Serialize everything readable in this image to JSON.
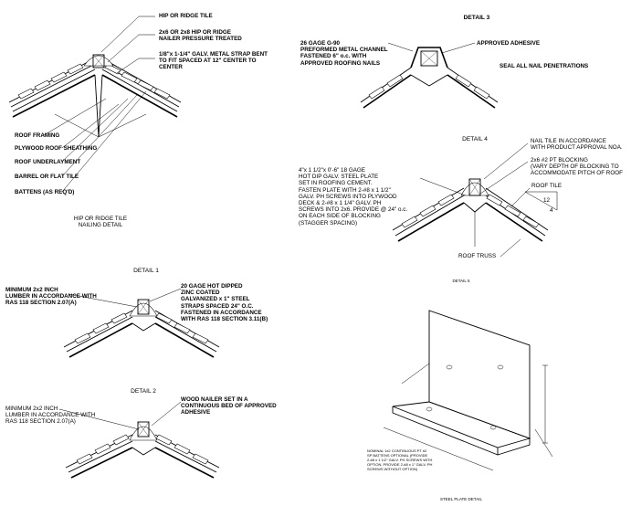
{
  "sheet": {
    "hip_detail": {
      "labels": [
        "HIP OR RIDGE TILE",
        "2x6 OR 2x8 HIP OR RIDGE\nNAILER PRESSURE TREATED",
        "1/8\"x 1-1/4\" GALV. METAL STRAP BENT\nTO FIT SPACED AT 12\" CENTER TO\nCENTER",
        "ROOF FRAMING",
        "PLYWOOD ROOF SHEATHING",
        "ROOF UNDERLAYMENT",
        "BARREL OR FLAT TILE",
        "BATTENS (AS REQ'D)"
      ],
      "title": "HIP OR RIDGE TILE\nNAILING DETAIL"
    },
    "detail1": {
      "title": "DETAIL 1",
      "left_note": "MINIMUM 2x2 INCH\nLUMBER IN ACCORDANCE WITH\nRAS 118 SECTION 2.07(A)",
      "right_note": "20 GAGE HOT DIPPED\nZINC COATED\nGALVANIZED x 1\" STEEL\nSTRAPS SPACED 24\" O.C.\nFASTENED IN ACCORDANCE\nWITH RAS 118 SECTION 3.11(B)"
    },
    "detail2": {
      "title": "DETAIL 2",
      "left_note": "MINIMUM 2x2 INCH\nLUMBER IN ACCORDANCE WITH\nRAS 118 SECTION 2.07(A)",
      "right_note": "WOOD NAILER SET IN A\nCONTINUOUS BED OF APPROVED\nADHESIVE"
    },
    "detail3": {
      "title": "DETAIL 3",
      "left_note": "26 GAGE G-90\nPREFORMED METAL CHANNEL\nFASTENED 6\" o.c. WITH\nAPPROVED ROOFING NAILS",
      "right_note": "APPROVED ADHESIVE",
      "seal_note": "SEAL ALL NAIL PENETRATIONS"
    },
    "detail4": {
      "title": "DETAIL 4",
      "note_nail": "NAIL TILE IN ACCORDANCE\nWITH PRODUCT APPROVAL NOA.",
      "note_blocking": "2x6 #2 PT BLOCKING\n(VARY DEPTH OF BLOCKING TO\nACCOMMODATE PITCH OF ROOF",
      "note_roof_tile": "ROOF TILE",
      "pitch_run": "12",
      "pitch_rise": "4",
      "note_plate": "4\"x 1 1/2\"x 0'-6\" 18 GAGE\nHOT DIP GALV. STEEL PLATE\nSET IN ROOFING CEMENT.\nFASTEN PLATE WITH 2-#8 x 1 1/2\"\nGALV. PH SCREWS INTO PLYWOOD\nDECK & 2-#8 x 1 1/4\" GALV. PH\nSCREWS INTO 2x6. PROVIDE @ 24\" o.c.\nON EACH SIDE OF BLOCKING\n(STAGGER SPACING)",
      "note_truss": "ROOF TRUSS",
      "caption": "DETAIL 5"
    },
    "steel_plate": {
      "note": "NOMINAL 1x2 CONTINUOUS PT #2\nSP BATTENS OPTIONAL (PROVIDE\n2-#8 x 1 1/2\" GALV. PH SCREWS WITH\nOPTION. PROVIDE 2-#8 x 1\" GALV. PH\nSCREWS WITHOUT OPTION)",
      "caption": "STEEL PLATE DETAIL"
    }
  }
}
